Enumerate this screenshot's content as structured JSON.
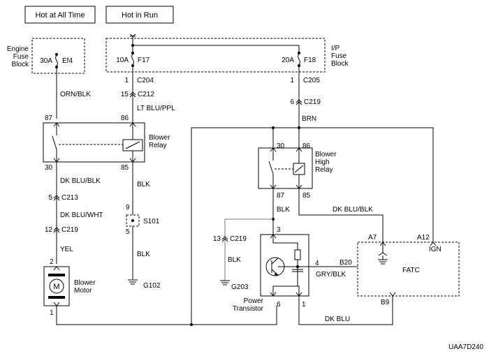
{
  "headers": {
    "hot_at_all_time": "Hot at All Time",
    "hot_in_run": "Hot in Run"
  },
  "engine_fuse_block": {
    "name_l1": "Engine",
    "name_l2": "Fuse",
    "name_l3": "Block",
    "fuse_amp": "30A",
    "fuse_id": "Ef4"
  },
  "ip_fuse_block": {
    "name_l1": "I/P",
    "name_l2": "Fuse",
    "name_l3": "Block",
    "fuse1_amp": "10A",
    "fuse1_id": "F17",
    "fuse2_amp": "20A",
    "fuse2_id": "F18"
  },
  "connectors": {
    "c204_pin": "1",
    "c204": "C204",
    "c212_pin": "15",
    "c212": "C212",
    "c205_pin": "1",
    "c205": "C205",
    "c219a_pin": "6",
    "c219a": "C219",
    "c213_pin": "5",
    "c213": "C213",
    "c219b_pin": "12",
    "c219b": "C219",
    "c219c_pin": "13",
    "c219c": "C219",
    "s101_pin_top": "9",
    "s101_pin_bottom": "5",
    "s101": "S101"
  },
  "wires": {
    "orn_blk": "ORN/BLK",
    "lt_blu_ppl": "LT BLU/PPL",
    "brn": "BRN",
    "dk_blu_blk_1": "DK BLU/BLK",
    "dk_blu_wht": "DK BLU/WHT",
    "yel": "YEL",
    "blk_1": "BLK",
    "blk_2": "BLK",
    "blk_3": "BLK",
    "blk_4": "BLK",
    "dk_blu_blk_2": "DK BLU/BLK",
    "gry_blk": "GRY/BLK",
    "dk_blu": "DK BLU"
  },
  "blower_relay": {
    "name_l1": "Blower",
    "name_l2": "Relay",
    "pin87": "87",
    "pin86": "86",
    "pin30": "30",
    "pin85": "85"
  },
  "blower_high_relay": {
    "name_l1": "Blower",
    "name_l2": "High",
    "name_l3": "Relay",
    "pin30": "30",
    "pin86": "86",
    "pin87": "87",
    "pin85": "85"
  },
  "blower_motor": {
    "name_l1": "Blower",
    "name_l2": "Motor",
    "symbol": "M",
    "pin_top": "2",
    "pin_bottom": "1"
  },
  "power_transistor": {
    "name_l1": "Power",
    "name_l2": "Transistor",
    "pin3": "3",
    "pin4": "4",
    "pin6": "6",
    "pin1": "1"
  },
  "fatc": {
    "name": "FATC",
    "pin_a7": "A7",
    "pin_a12": "A12",
    "ign": "IGN",
    "pin_b20": "B20",
    "pin_b9": "B9"
  },
  "grounds": {
    "g102": "G102",
    "g203": "G203"
  },
  "figure_id": "UAA7D240"
}
